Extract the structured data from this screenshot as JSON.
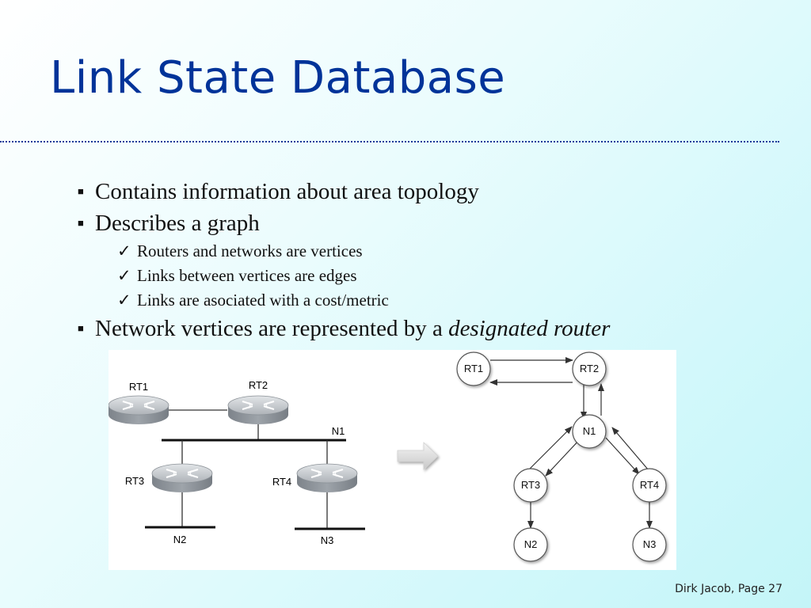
{
  "slide": {
    "title": "Link State Database",
    "bullets": [
      {
        "text": "Contains information about area topology"
      },
      {
        "text": "Describes a graph"
      },
      {
        "text": "Routers and networks are vertices"
      },
      {
        "text": "Links between vertices are edges"
      },
      {
        "text": "Links are asociated with a cost/metric"
      },
      {
        "text": "Network vertices are represented by a ",
        "emphasis": "designated router"
      }
    ],
    "footer": "Dirk Jacob, Page 27"
  },
  "topology": {
    "routers": [
      "RT1",
      "RT2",
      "RT3",
      "RT4"
    ],
    "networks": [
      "N1",
      "N2",
      "N3"
    ]
  },
  "graph": {
    "nodes": [
      "RT1",
      "RT2",
      "N1",
      "RT3",
      "RT4",
      "N2",
      "N3"
    ]
  },
  "colors": {
    "title": "#003399",
    "router_body": "#9aa0a6",
    "node_fill": "#ffffff"
  }
}
